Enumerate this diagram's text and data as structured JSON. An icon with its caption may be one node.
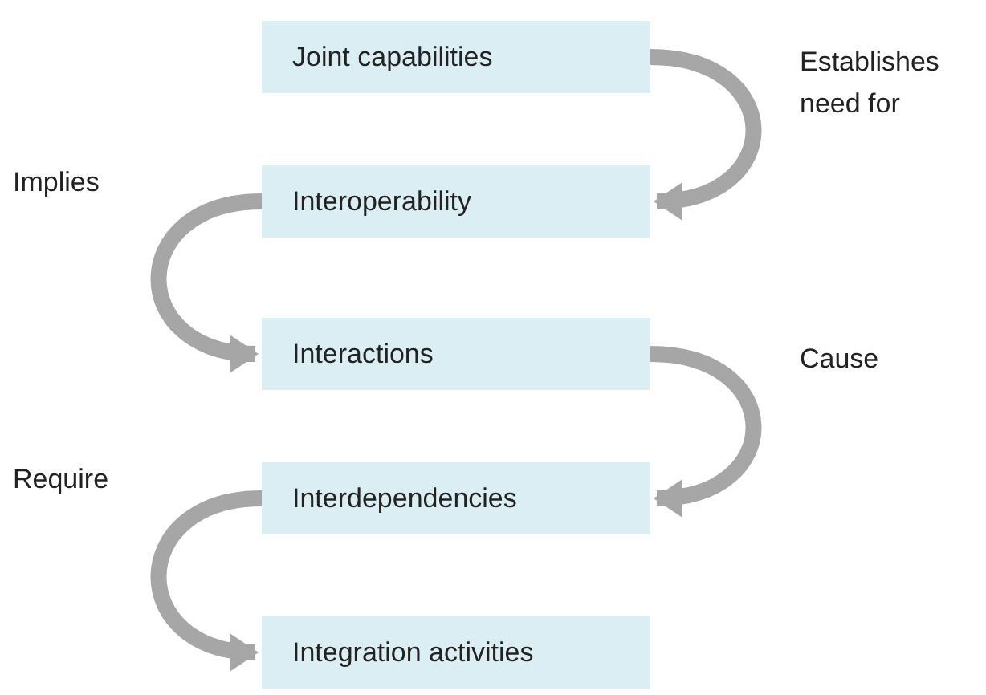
{
  "diagram": {
    "nodes": [
      {
        "text": [
          "Joint capabilities"
        ]
      },
      {
        "text": [
          "Interoperability"
        ]
      },
      {
        "text": [
          "Interactions"
        ]
      },
      {
        "text": [
          "Interdependencies"
        ]
      },
      {
        "text": [
          "Integration activities"
        ]
      }
    ],
    "edges": [
      {
        "from": 0,
        "to": 1,
        "arrow": "to",
        "label": "Establishes need for"
      },
      {
        "from": 1,
        "to": 2,
        "arrow": "to",
        "label": "Implies"
      },
      {
        "from": 2,
        "to": 3,
        "arrow": "to",
        "label": "Cause"
      },
      {
        "from": 3,
        "to": 4,
        "arrow": "to",
        "label": "Require"
      }
    ]
  }
}
